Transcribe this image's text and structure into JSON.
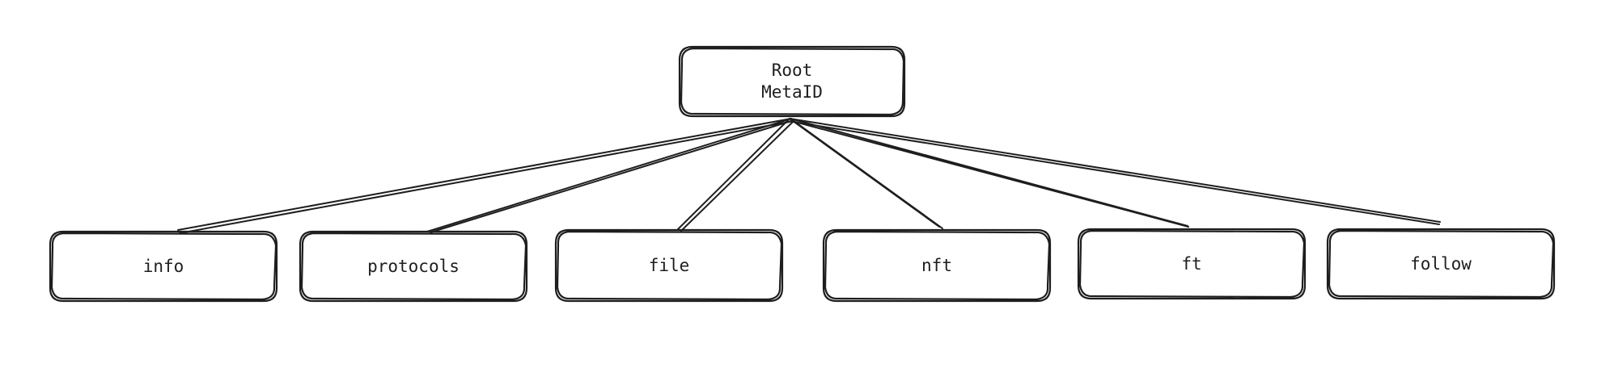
{
  "root": {
    "line1": "Root",
    "line2": "MetaID"
  },
  "children": [
    {
      "id": "info",
      "label": "info"
    },
    {
      "id": "protocols",
      "label": "protocols"
    },
    {
      "id": "file",
      "label": "file"
    },
    {
      "id": "nft",
      "label": "nft"
    },
    {
      "id": "ft",
      "label": "ft"
    },
    {
      "id": "follow",
      "label": "follow"
    }
  ],
  "colors": {
    "stroke": "#1e1e1e",
    "background": "#ffffff"
  }
}
